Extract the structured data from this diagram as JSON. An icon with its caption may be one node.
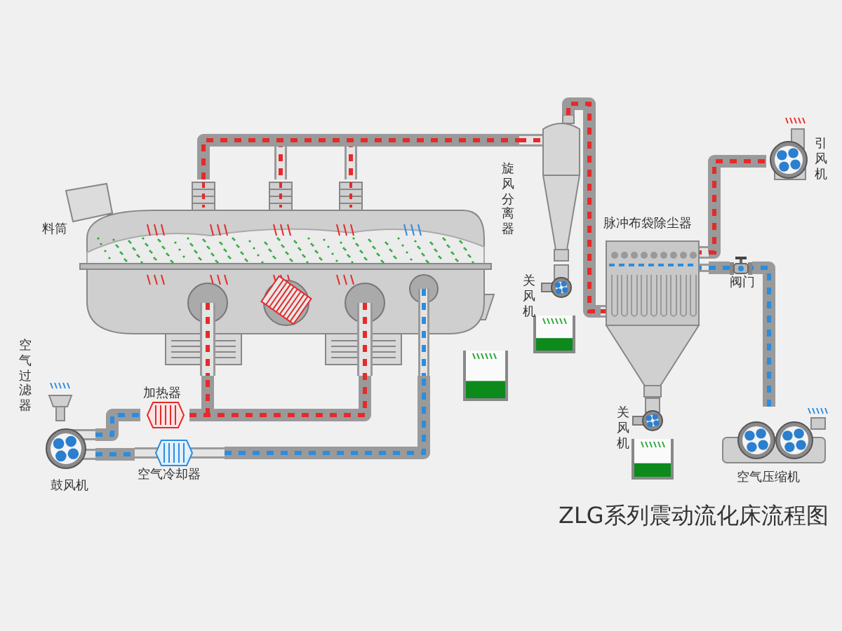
{
  "diagram": {
    "title": "ZLG系列震动流化床流程图",
    "nodes": [
      {
        "text": [],
        "shape": "picture",
        "beside": [
          "料筒"
        ]
      },
      {
        "text": [],
        "shape": "picture"
      },
      {
        "text": [],
        "shape": "picture",
        "beside": [
          "空气过滤器"
        ]
      },
      {
        "text": [],
        "shape": "picture",
        "beside": [
          "鼓风机"
        ]
      },
      {
        "text": [],
        "shape": "picture",
        "beside": [
          "加热器"
        ]
      },
      {
        "text": [],
        "shape": "picture",
        "beside": [
          "空气冷却器"
        ]
      },
      {
        "text": [],
        "shape": "picture",
        "beside": [
          "旋风分离器"
        ]
      },
      {
        "text": [],
        "shape": "picture",
        "beside": [
          "关风机"
        ]
      },
      {
        "text": [],
        "shape": "picture"
      },
      {
        "text": [],
        "shape": "picture",
        "beside": [
          "脉冲布袋除尘器"
        ]
      },
      {
        "text": [],
        "shape": "picture",
        "beside": [
          "关风机"
        ]
      },
      {
        "text": [],
        "shape": "picture"
      },
      {
        "text": [],
        "shape": "picture",
        "beside": [
          "阀门"
        ]
      },
      {
        "text": [],
        "shape": "picture",
        "beside": [
          "引风机"
        ]
      },
      {
        "text": [],
        "shape": "picture",
        "beside": [
          "空气压缩机"
        ]
      },
      {
        "text": [],
        "shape": "picture"
      }
    ],
    "edges": [
      {
        "from": 3,
        "to": 4,
        "arrow": "none"
      },
      {
        "from": 3,
        "to": 5,
        "arrow": "none"
      },
      {
        "from": 5,
        "to": 1,
        "arrow": "none"
      },
      {
        "from": 4,
        "to": 1,
        "arrow": "none",
        "color": "#e62a2a"
      },
      {
        "from": 1,
        "to": 6,
        "arrow": "none",
        "color": "#e62a2a"
      },
      {
        "from": 6,
        "to": 9,
        "arrow": "none",
        "color": "#e62a2a"
      },
      {
        "from": 9,
        "to": 13,
        "arrow": "none",
        "color": "#e62a2a"
      },
      {
        "from": 14,
        "to": 12,
        "arrow": "none"
      },
      {
        "from": 12,
        "to": 9,
        "arrow": "none"
      }
    ]
  }
}
